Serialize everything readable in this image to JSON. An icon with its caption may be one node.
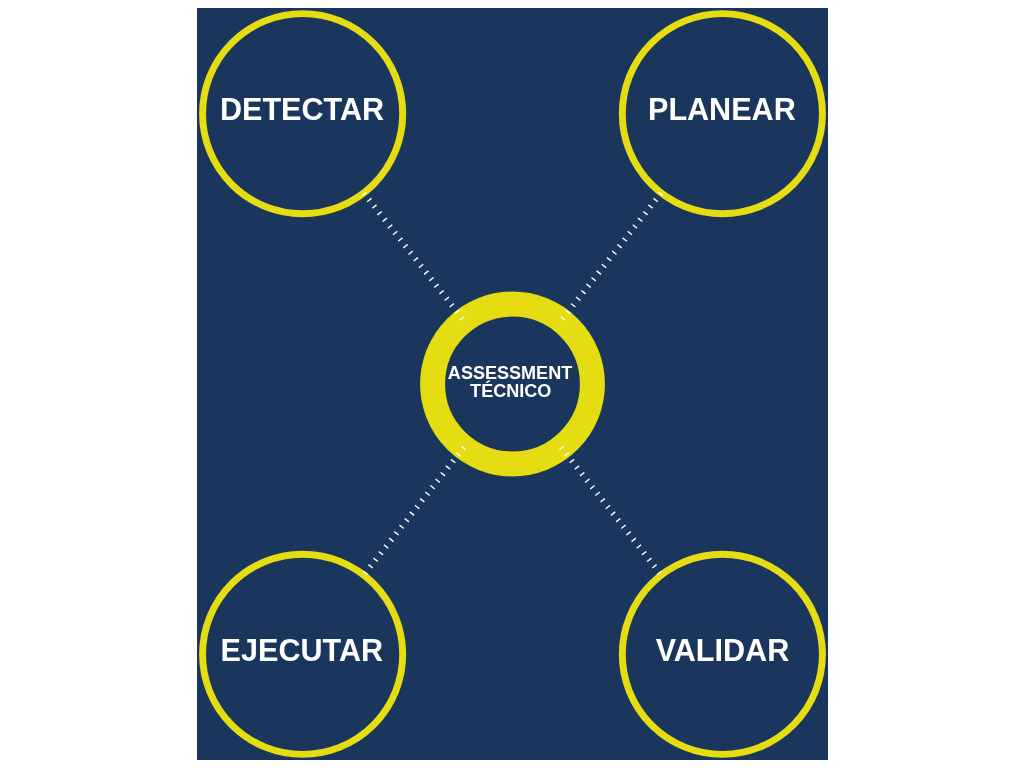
{
  "diagram": {
    "nodes": [
      {
        "text": [
          "DETECTAR"
        ]
      },
      {
        "text": [
          "PLANEAR"
        ]
      },
      {
        "text": [
          "ASSESSMENT TÉCNICO"
        ]
      },
      {
        "text": [
          "EJECUTAR"
        ]
      },
      {
        "text": [
          "VALIDAR"
        ]
      }
    ],
    "edges": [
      {
        "from": 2,
        "to": 0,
        "arrow": "none"
      },
      {
        "from": 2,
        "to": 1,
        "arrow": "none"
      },
      {
        "from": 2,
        "to": 3,
        "arrow": "none"
      },
      {
        "from": 2,
        "to": 4,
        "arrow": "none"
      }
    ]
  }
}
